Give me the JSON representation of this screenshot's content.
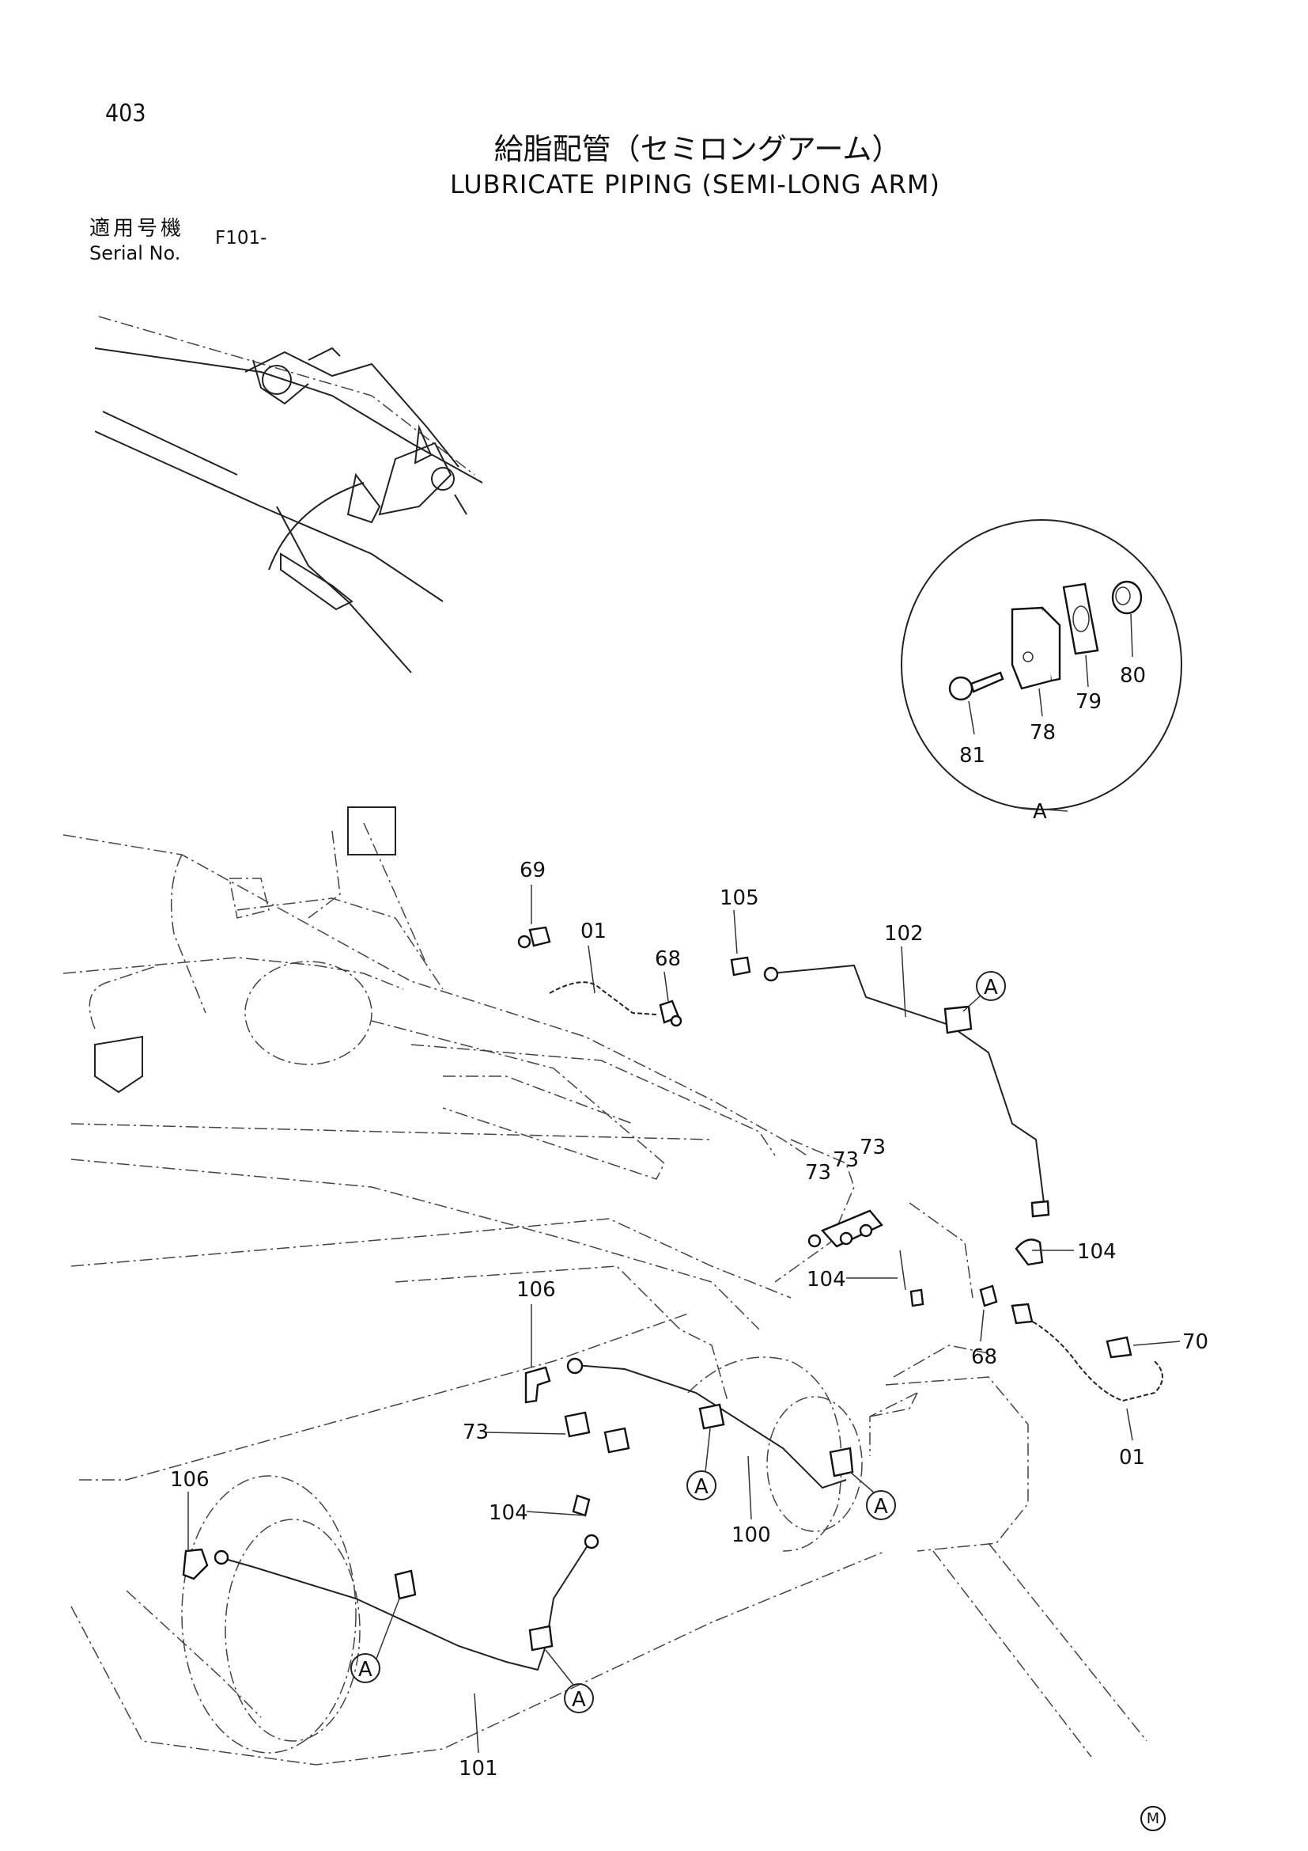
{
  "header": {
    "page_number": "403",
    "title_jp": "給脂配管（セミロングアーム）",
    "title_en": "LUBRICATE PIPING (SEMI-LONG ARM)",
    "serial_label_jp": "適用号機",
    "serial_label_en": "Serial No.",
    "serial_value": "F101-"
  },
  "detail": {
    "view_label": "A",
    "callouts": [
      "81",
      "78",
      "79",
      "80"
    ]
  },
  "callouts": {
    "c69": "69",
    "c01a": "01",
    "c68a": "68",
    "c105": "105",
    "c102": "102",
    "c73a": "73",
    "c73b": "73",
    "c73c": "73",
    "c104a": "104",
    "c104b": "104",
    "c68b": "68",
    "c70": "70",
    "c01b": "01",
    "c106a": "106",
    "c73d": "73",
    "c104c": "104",
    "c100": "100",
    "c106b": "106",
    "c101": "101"
  },
  "view_markers": [
    "A",
    "A",
    "A",
    "A",
    "A"
  ],
  "footer": {
    "maker_mark": "M"
  }
}
